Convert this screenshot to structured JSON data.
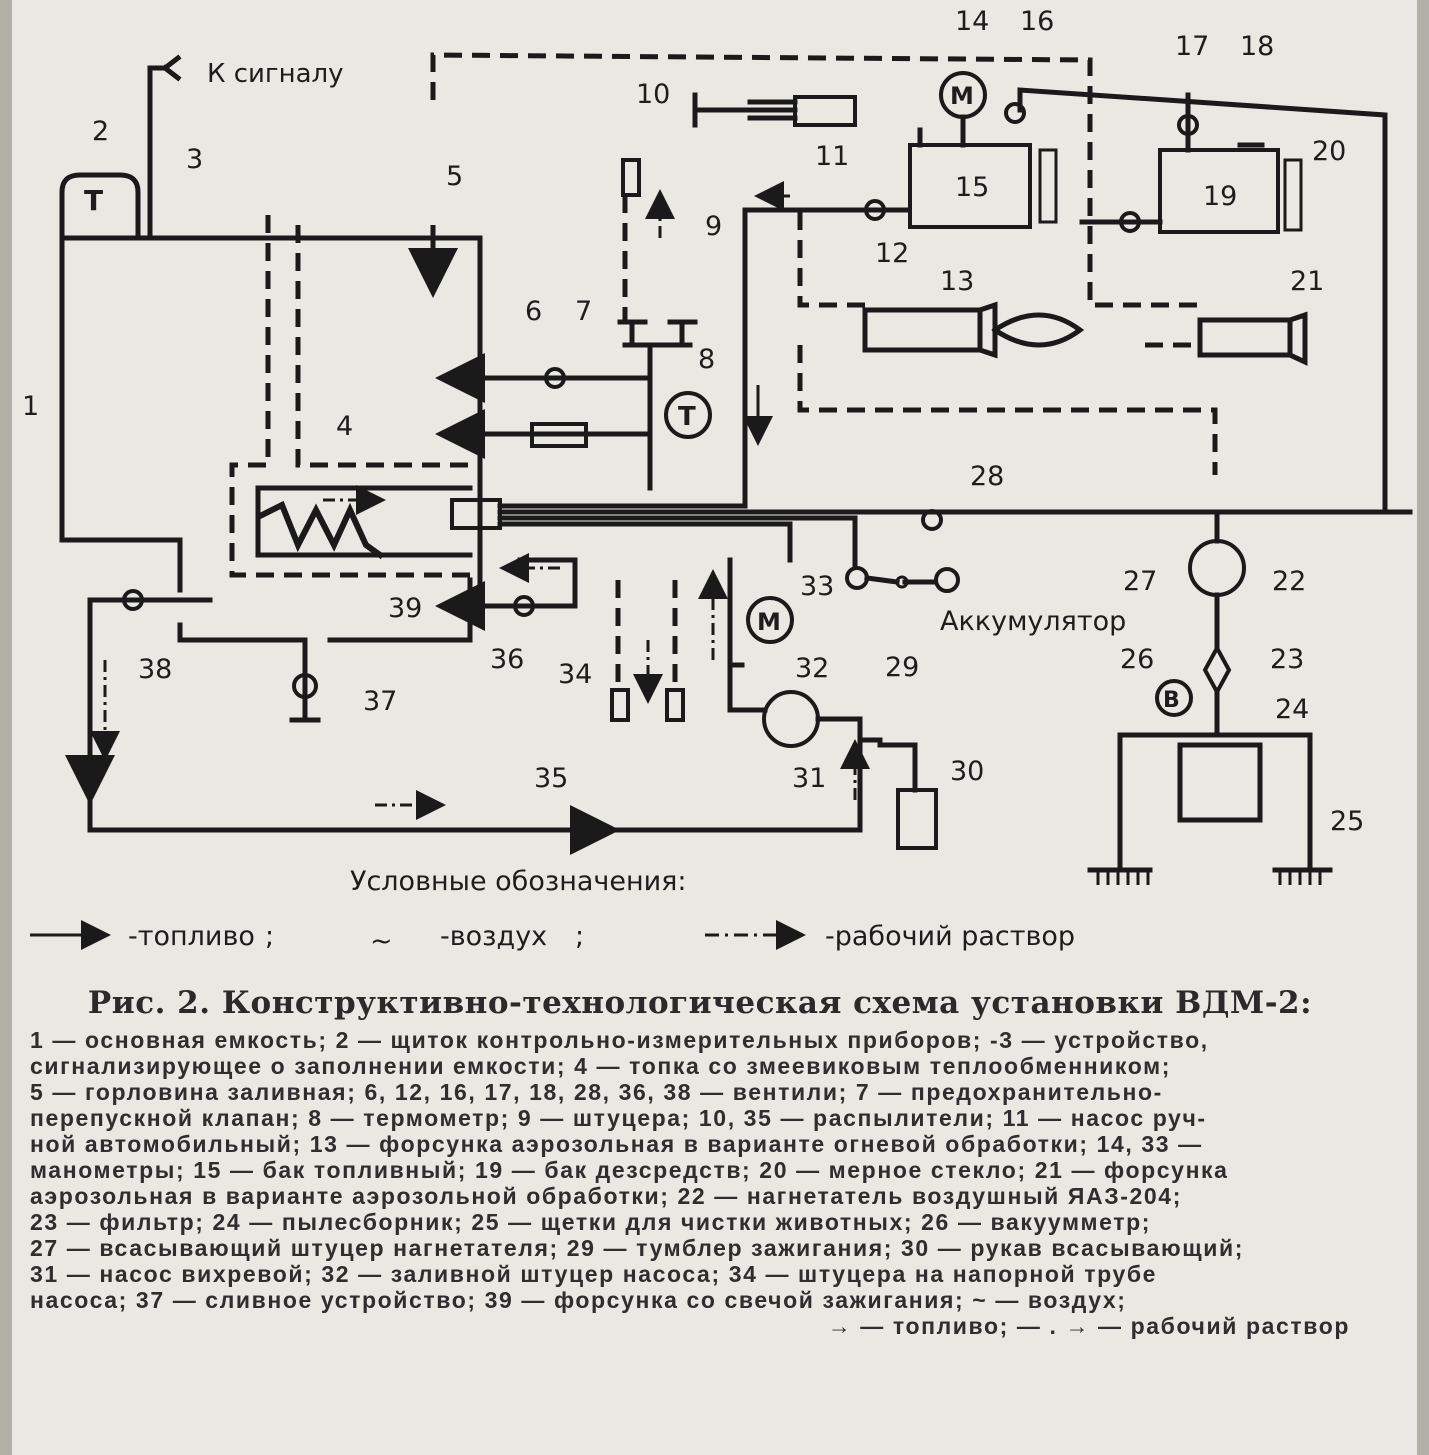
{
  "diagram": {
    "signal_label": "К сигналу",
    "battery_label": "Аккумулятор",
    "gauge_letters": {
      "thermo": "Т",
      "motor": "М",
      "vacuum": "В"
    },
    "numbers": [
      "1",
      "2",
      "3",
      "4",
      "5",
      "6",
      "7",
      "8",
      "9",
      "10",
      "11",
      "12",
      "13",
      "14",
      "15",
      "16",
      "17",
      "18",
      "19",
      "20",
      "21",
      "22",
      "23",
      "24",
      "25",
      "26",
      "27",
      "28",
      "29",
      "30",
      "31",
      "32",
      "33",
      "34",
      "35",
      "36",
      "37",
      "38",
      "39"
    ]
  },
  "legend": {
    "title": "Условные обозначения:",
    "fuel": "-топливо",
    "air": "-воздух",
    "solution": "-рабочий раствор",
    "sep": ";"
  },
  "caption": {
    "title": "Рис. 2. Конструктивно-технологическая схема установки ВДМ-2:",
    "lines": [
      "1 — основная емкость; 2 — щиток контрольно-измерительных приборов; -3 — устройство,",
      "сигнализирующее о заполнении емкости; 4 — топка со змеевиковым теплообменником;",
      "5 — горловина заливная; 6, 12, 16, 17, 18, 28, 36, 38 — вентили; 7 — предохранительно-",
      "перепускной клапан; 8 — термометр; 9 — штуцера; 10, 35 — распылители; 11 — насос руч-",
      "ной автомобильный; 13 — форсунка аэрозольная в варианте огневой обработки; 14, 33 —",
      "манометры; 15 — бак топливный; 19 — бак дезсредств; 20 — мерное стекло; 21 — форсунка",
      "аэрозольная в варианте аэрозольной обработки; 22 — нагнетатель воздушный ЯАЗ-204;",
      "23 — фильтр; 24 — пылесборник; 25 — щетки для чистки животных; 26 — вакуумметр;",
      "27 — всасывающий штуцер нагнетателя; 29 — тумблер зажигания; 30 — рукав всасывающий;",
      "31 — насос вихревой; 32 — заливной штуцер насоса; 34 — штуцера на напорной трубе",
      "насоса; 37 — сливное устройство; 39 — форсунка со свечой зажигания; ~ — воздух;",
      "→ — топливо; — . → — рабочий раствор"
    ]
  }
}
